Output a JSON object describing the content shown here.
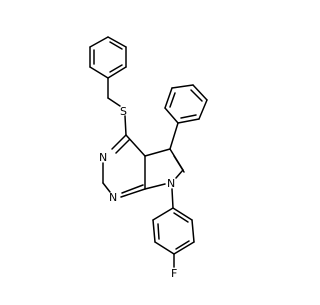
{
  "molecule": {
    "atom_labels": {
      "sulfur": "S",
      "n_pyrimidine_top": "N",
      "n_pyrimidine_bottom": "N",
      "n_pyrrole": "N",
      "fluorine": "F"
    },
    "colors": {
      "bond": "#000000",
      "background": "#ffffff"
    }
  }
}
